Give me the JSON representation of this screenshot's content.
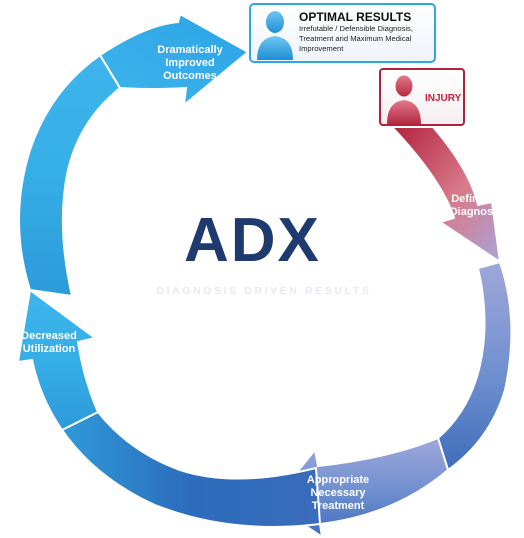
{
  "logo": {
    "text": "ADX",
    "tagline": "DIAGNOSIS DRIVEN RESULTS"
  },
  "cards": {
    "optimal": {
      "title": "OPTIMAL RESULTS",
      "description": "Irrefutable / Defensible Diagnosis, Treatment and  Maximum Medical Improvement",
      "icon": "person-icon"
    },
    "injury": {
      "title": "INJURY",
      "icon": "person-icon"
    }
  },
  "cycle": {
    "labels": {
      "definitive": [
        "Definitive",
        "Diagnosis"
      ],
      "appropriate": [
        "Appropriate",
        "Necessary",
        "Treatment"
      ],
      "decreased": [
        "Decreased",
        "Utilization"
      ],
      "improved": [
        "Dramatically",
        "Improved",
        "Outcomes"
      ]
    }
  },
  "colors": {
    "injury": "#b0213a",
    "injury_arrow": "#cf5a70",
    "transition": "#9aa9d8",
    "treatment": "#2f65b8",
    "utilization": "#35a8e0",
    "outcomes": "#43b8ee",
    "logo": "#1f3a6e",
    "optimal_border": "#2fa8e0"
  }
}
